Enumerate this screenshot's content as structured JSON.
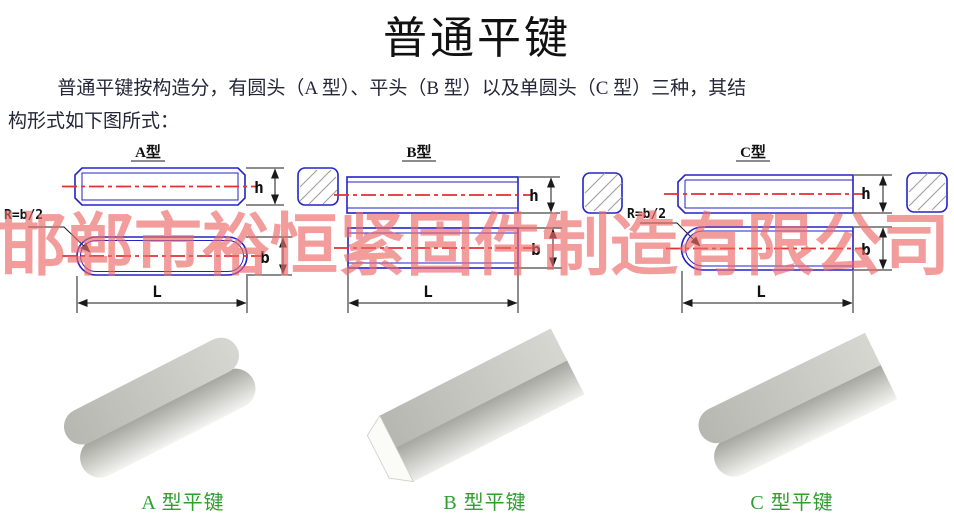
{
  "page": {
    "title": "普通平键",
    "paragraph_lines": [
      "普通平键按构造分，有圆头（A 型）、平头（B 型）以及单圆头（C 型）三种，其结",
      "构形式如下图所式："
    ]
  },
  "watermark": {
    "text": "邯郸市裕恒紧固件制造有限公司"
  },
  "diagrams": [
    {
      "label": "A型",
      "radius_note": "R=b/2",
      "dims": {
        "h": "h",
        "b": "b",
        "L": "L"
      }
    },
    {
      "label": "B型",
      "dims": {
        "h": "h",
        "b": "b",
        "L": "L"
      }
    },
    {
      "label": "C型",
      "radius_note": "R=b/2",
      "dims": {
        "h": "h",
        "b": "b",
        "L": "L"
      }
    }
  ],
  "photos": [
    {
      "caption": "A 型平键"
    },
    {
      "caption": "B 型平键"
    },
    {
      "caption": "C 型平键"
    }
  ],
  "colors": {
    "outline_blue": "#2323c8",
    "centerline_red": "#e03030",
    "dimension_black": "#1a1a1a",
    "hatch_gray": "#9a9a9a",
    "caption_green": "#2f9e2f",
    "watermark_pink": "#ee6a6a"
  }
}
